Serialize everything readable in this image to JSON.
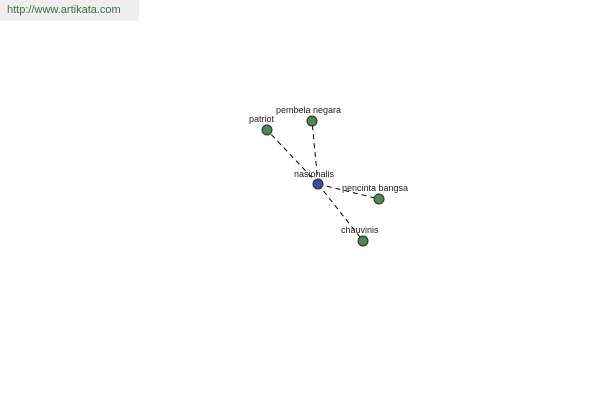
{
  "header": {
    "site_url": "http://www.artikata.com"
  },
  "colors": {
    "center_node": "#3b4da0",
    "related_node": "#4e8a4e",
    "edge": "#000000",
    "banner_text": "#3f6f3f"
  },
  "graph": {
    "center": {
      "id": "nasionalis",
      "label": "nasionalis"
    },
    "related": [
      {
        "id": "pembela-negara",
        "label": "pembela negara"
      },
      {
        "id": "patriot",
        "label": "patriot"
      },
      {
        "id": "pencinta-bangsa",
        "label": "pencinta bangsa"
      },
      {
        "id": "chauvinis",
        "label": "chauvinis"
      }
    ]
  }
}
